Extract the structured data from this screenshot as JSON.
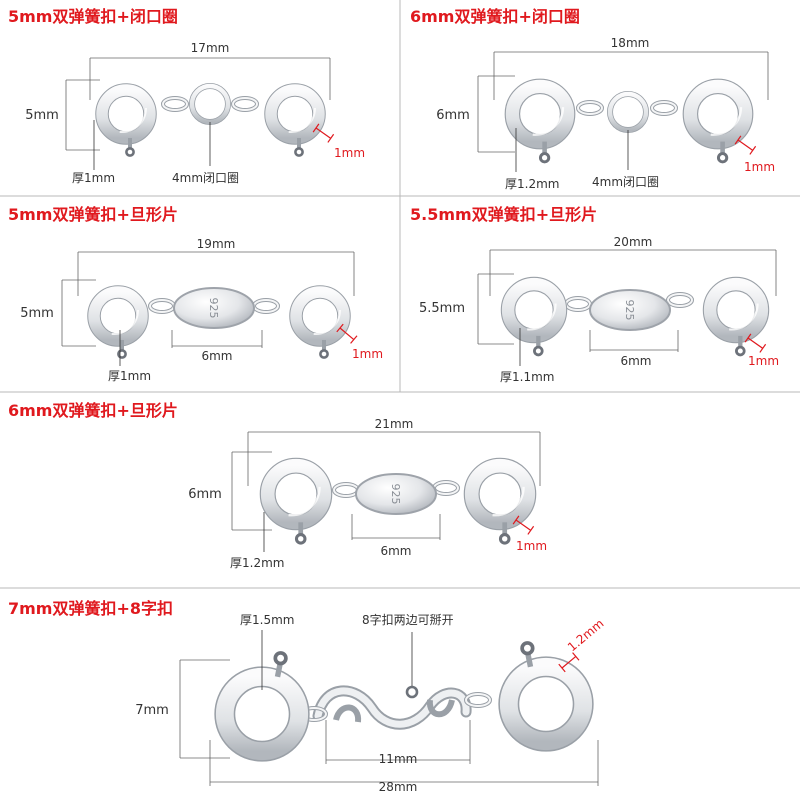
{
  "colors": {
    "title": "#e0191e",
    "accent": "#e0191e",
    "divider": "#b8b8b8",
    "silver_light": "#fdfdfd",
    "silver_dark": "#a9aeb5",
    "text": "#333333"
  },
  "panels": [
    {
      "title": "5mm双弹簧扣+闭口圈",
      "overall": "17mm",
      "height": "5mm",
      "thickness": "厚1mm",
      "center": "4mm闭口圈",
      "gap": "1mm"
    },
    {
      "title": "6mm双弹簧扣+闭口圈",
      "overall": "18mm",
      "height": "6mm",
      "thickness": "厚1.2mm",
      "center": "4mm闭口圈",
      "gap": "1mm"
    },
    {
      "title": "5mm双弹簧扣+旦形片",
      "overall": "19mm",
      "height": "5mm",
      "thickness": "厚1mm",
      "center": "6mm",
      "gap": "1mm",
      "stamp": "925"
    },
    {
      "title": "5.5mm双弹簧扣+旦形片",
      "overall": "20mm",
      "height": "5.5mm",
      "thickness": "厚1.1mm",
      "center": "6mm",
      "gap": "1mm",
      "stamp": "925"
    },
    {
      "title": "6mm双弹簧扣+旦形片",
      "overall": "21mm",
      "height": "6mm",
      "thickness": "厚1.2mm",
      "center": "6mm",
      "gap": "1mm",
      "stamp": "925"
    },
    {
      "title": "7mm双弹簧扣+8字扣",
      "overall": "28mm",
      "height": "7mm",
      "thickness": "厚1.5mm",
      "center": "11mm",
      "gap": "1.2mm",
      "note": "8字扣两边可掰开"
    }
  ]
}
